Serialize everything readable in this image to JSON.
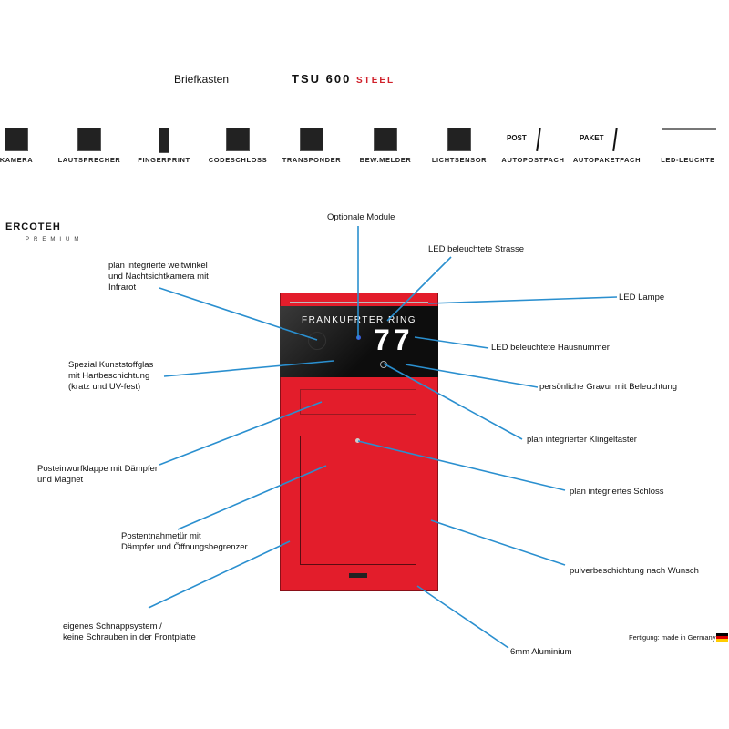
{
  "header": {
    "title": "Briefkasten",
    "model": "TSU 600",
    "model_suffix": "STEEL"
  },
  "modules": [
    "KAMERA",
    "LAUTSPRECHER",
    "FINGERPRINT",
    "CODESCHLOSS",
    "TRANSPONDER",
    "BEW.MELDER",
    "LICHTSENSOR",
    "AUTOPOSTFACH",
    "AUTOPAKETFACH",
    "LED-LEUCHTE"
  ],
  "module_marks": {
    "post": "POST",
    "paket": "PAKET"
  },
  "brand": {
    "name": "ERCOTEH",
    "sub": "PREMIUM"
  },
  "mailbox": {
    "street": "FRANKUFRTER RING",
    "number": "77",
    "color": "#e31d2b"
  },
  "callouts": {
    "optional": "Optionale Module",
    "street_led": "LED beleuchtete Strasse",
    "led_lamp": "LED Lampe",
    "camera": [
      "plan integrierte weitwinkel",
      "und Nachtsichtkamera mit",
      "Infrarot"
    ],
    "number_led": "LED beleuchtete Hausnummer",
    "glass": [
      "Spezial Kunststoffglas",
      "mit Hartbeschichtung",
      "(kratz und UV-fest)"
    ],
    "engraving": "persönliche Gravur mit Beleuchtung",
    "bell": "plan integrierter Klingeltaster",
    "flap": [
      "Posteinwurfklappe mit Dämpfer",
      "und Magnet"
    ],
    "lock": "plan integriertes Schloss",
    "door": [
      "Postentnahmetür mit",
      "Dämpfer und Öffnungsbegrenzer"
    ],
    "powder": "pulverbeschichtung nach Wunsch",
    "snap": [
      "eigenes Schnappsystem /",
      "keine Schrauben in der Frontplatte"
    ],
    "aluminium": "6mm Aluminium"
  },
  "footer": {
    "made": "Fertigung: made in Germany"
  },
  "line_color": "#2a8fcf"
}
